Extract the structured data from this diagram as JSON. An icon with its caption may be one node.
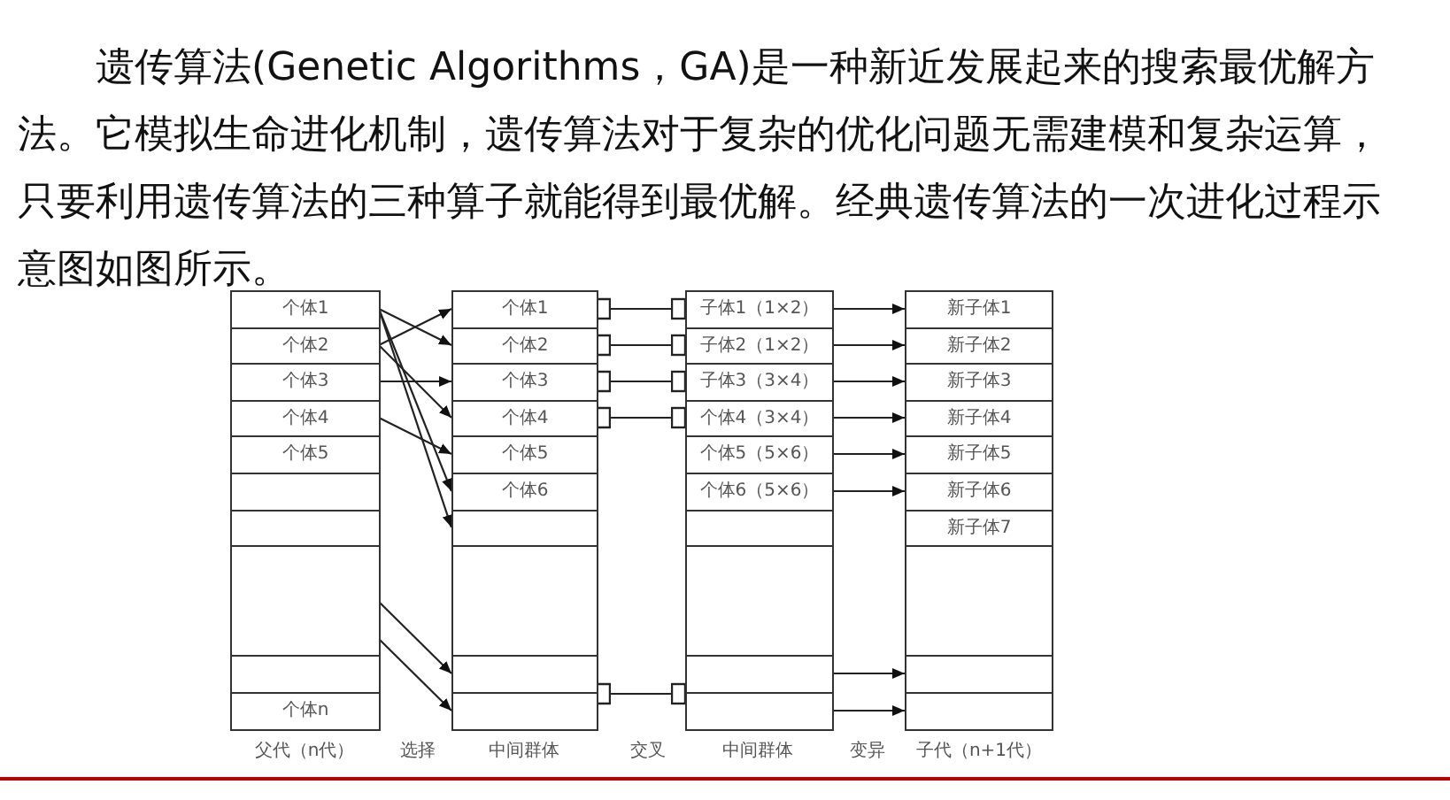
{
  "diagram": {
    "nodes": [
      {
        "text": [
          "个体1"
        ]
      },
      {
        "text": [
          "个体2"
        ]
      },
      {
        "text": [
          "个体3"
        ]
      },
      {
        "text": [
          "个体4"
        ]
      },
      {
        "text": [
          "个体5"
        ]
      },
      {
        "text": [],
        "shape": "box"
      },
      {
        "text": [],
        "shape": "box"
      },
      {
        "text": [],
        "shape": "box"
      },
      {
        "text": [],
        "shape": "box"
      },
      {
        "text": [
          "个体n"
        ]
      },
      {
        "text": [
          "个体1"
        ]
      },
      {
        "text": [
          "个体2"
        ]
      },
      {
        "text": [
          "个体3"
        ]
      },
      {
        "text": [
          "个体4"
        ]
      },
      {
        "text": [
          "个体5"
        ]
      },
      {
        "text": [
          "个体6"
        ]
      },
      {
        "text": [],
        "shape": "box"
      },
      {
        "text": [],
        "shape": "box"
      },
      {
        "text": [],
        "shape": "box"
      },
      {
        "text": [],
        "shape": "box"
      },
      {
        "text": [
          "子体1（1×2）"
        ]
      },
      {
        "text": [
          "子体2（1×2）"
        ]
      },
      {
        "text": [
          "子体3（3×4）"
        ]
      },
      {
        "text": [
          "个体4（3×4）"
        ]
      },
      {
        "text": [
          "个体5（5×6）"
        ]
      },
      {
        "text": [
          "个体6（5×6）"
        ]
      },
      {
        "text": [],
        "shape": "box"
      },
      {
        "text": [],
        "shape": "box"
      },
      {
        "text": [],
        "shape": "box"
      },
      {
        "text": [],
        "shape": "box"
      },
      {
        "text": [
          "新子体1"
        ]
      },
      {
        "text": [
          "新子体2"
        ]
      },
      {
        "text": [
          "新子体3"
        ]
      },
      {
        "text": [
          "新子体4"
        ]
      },
      {
        "text": [
          "新子体5"
        ]
      },
      {
        "text": [
          "新子体6"
        ]
      },
      {
        "text": [
          "新子体7"
        ]
      },
      {
        "text": [],
        "shape": "box"
      },
      {
        "text": [],
        "shape": "box"
      },
      {
        "text": [],
        "shape": "box"
      }
    ],
    "edges": [
      {
        "from": 0,
        "to": 11,
        "arrow": "to"
      },
      {
        "from": 0,
        "to": 15,
        "arrow": "to"
      },
      {
        "from": 0,
        "to": 16,
        "arrow": "to"
      },
      {
        "from": 1,
        "to": 10,
        "arrow": "to"
      },
      {
        "from": 1,
        "to": 13,
        "arrow": "to"
      },
      {
        "from": 2,
        "to": 12,
        "arrow": "to"
      },
      {
        "from": 3,
        "to": 14,
        "arrow": "to"
      },
      {
        "from": 7,
        "to": 18,
        "arrow": "to"
      },
      {
        "from": 7,
        "to": 19,
        "arrow": "to"
      },
      {
        "from": 10,
        "to": 20,
        "arrow": "other"
      },
      {
        "from": 11,
        "to": 21,
        "arrow": "other"
      },
      {
        "from": 12,
        "to": 22,
        "arrow": "other"
      },
      {
        "from": 13,
        "to": 23,
        "arrow": "other"
      },
      {
        "from": 19,
        "to": 29,
        "arrow": "other"
      },
      {
        "from": 20,
        "to": 30,
        "arrow": "to"
      },
      {
        "from": 21,
        "to": 31,
        "arrow": "to"
      },
      {
        "from": 22,
        "to": 32,
        "arrow": "to"
      },
      {
        "from": 23,
        "to": 33,
        "arrow": "to"
      },
      {
        "from": 24,
        "to": 34,
        "arrow": "to"
      },
      {
        "from": 25,
        "to": 35,
        "arrow": "to"
      },
      {
        "from": 28,
        "to": 38,
        "arrow": "to"
      },
      {
        "from": 29,
        "to": 39,
        "arrow": "to"
      }
    ],
    "labels": [
      "遗传算法(Genetic Algorithms，GA)是一种新近发展起来的搜索最优解方法。它模拟生命进化机制，遗传算法对于复杂的优化问题无需建模和复杂运算，只要利用遗传算法的三种算子就能得到最优解。经典遗传算法的一次进化过程示意图如图所示。",
      "父代（n代）",
      "选择",
      "中间群体",
      "交叉",
      "中间群体",
      "变异",
      "子代（n+1代）"
    ]
  }
}
